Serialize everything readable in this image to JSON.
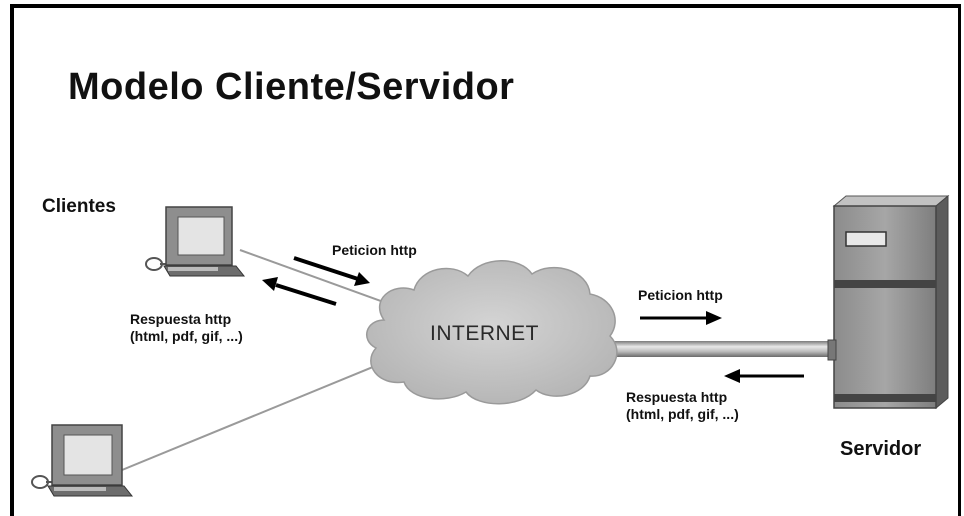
{
  "diagram": {
    "title": "Modelo Cliente/Servidor",
    "clients_label": "Clientes",
    "server_label": "Servidor",
    "internet_label": "INTERNET",
    "request_left": "Peticion http",
    "response_left_line1": "Respuesta http",
    "response_left_line2": "(html, pdf, gif, ...)",
    "request_right": "Peticion http",
    "response_right_line1": "Respuesta http",
    "response_right_line2": "(html, pdf, gif, ...)"
  }
}
